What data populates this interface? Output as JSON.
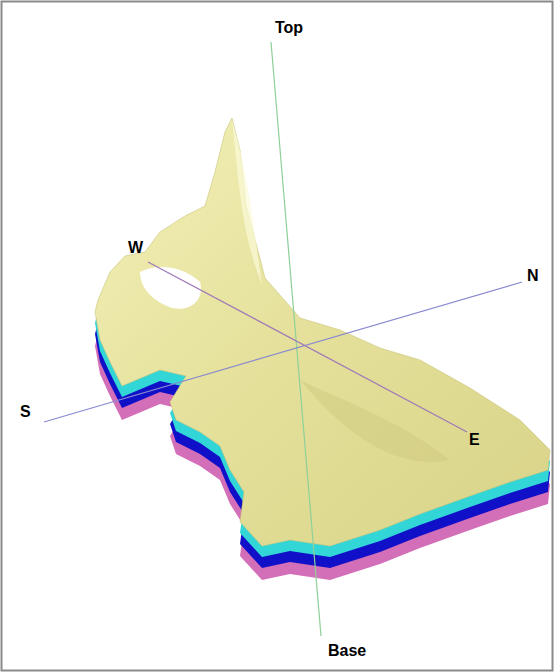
{
  "diagram": {
    "labels": [
      "Top",
      "W",
      "N",
      "S",
      "E",
      "Base"
    ]
  }
}
